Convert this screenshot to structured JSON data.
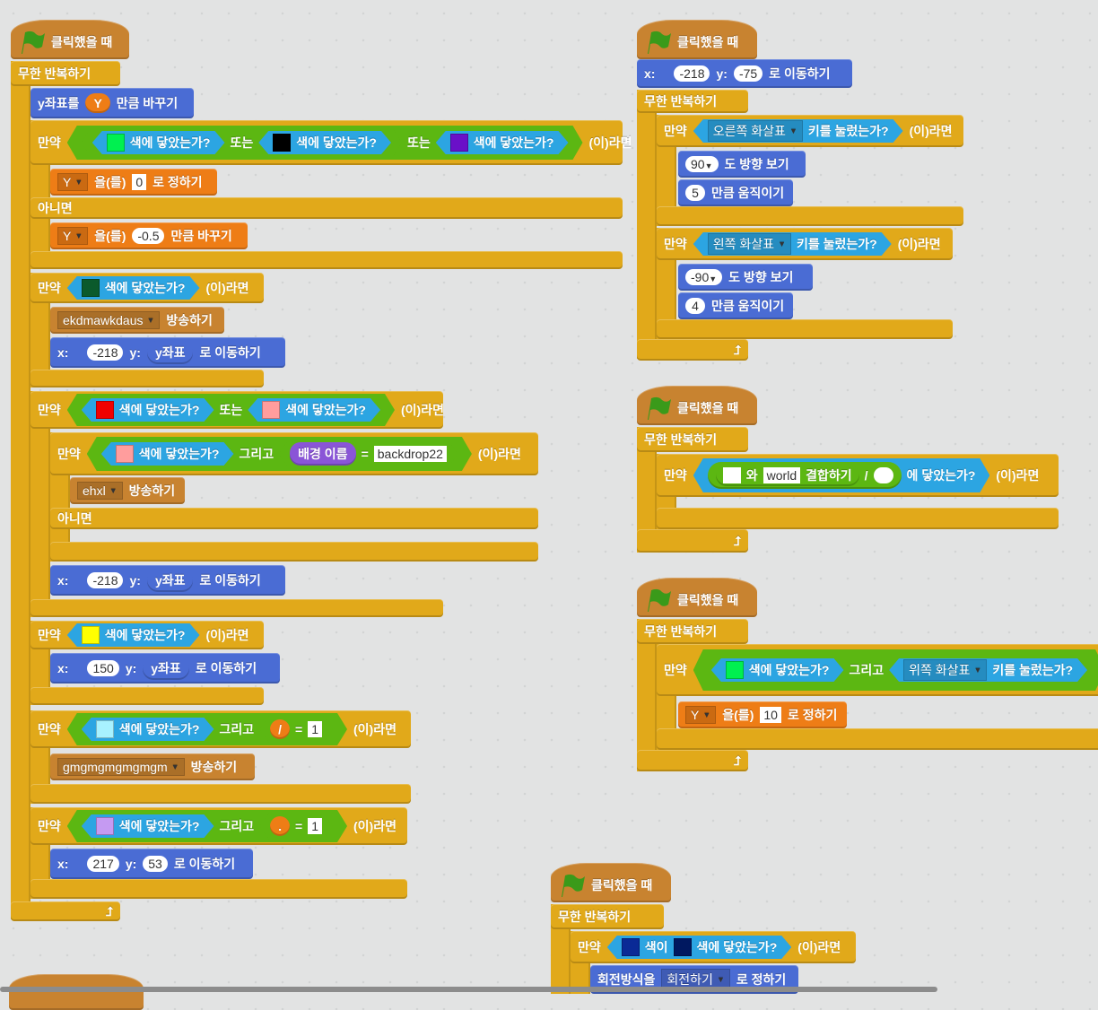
{
  "labels": {
    "when_clicked": "클릭했을 때",
    "forever": "무한 반복하기",
    "if": "만약",
    "then": "(이)라면",
    "else": "아니면",
    "or": "또는",
    "and": "그리고",
    "touching_color": "색에 닿았는가?",
    "set": "을(를)",
    "set_to": "로 정하기",
    "change_by": "만큼 바꾸기",
    "change_y_by": "y좌표를",
    "broadcast": "방송하기",
    "x": "x:",
    "y": "y:",
    "goto_suffix": "로 이동하기",
    "y_position": "y좌표",
    "backdrop_name": "배경 이름",
    "eq": "=",
    "point_dir": "도 방향 보기",
    "move": "만큼 움직이기",
    "key_pressed": "키를 눌렀는가?",
    "join_with": "와",
    "join": "결합하기",
    "slash": "/",
    "touching_suffix": "에 닿았는가?",
    "color_is": "색이",
    "rotation_style": "회전방식을"
  },
  "colors": {
    "green": "#00f050",
    "black": "#000000",
    "purple": "#6a10c8",
    "dark_green": "#0b5a2c",
    "red": "#f00000",
    "pink": "#ff9d9d",
    "yellow": "#ffff00",
    "light_cyan": "#a8f2ff",
    "lavender": "#c59af2",
    "navy": "#0a2a96",
    "dark_navy": "#001860",
    "white": "#ffffff"
  },
  "script1": {
    "var": "Y",
    "change_y_reporter": "Y",
    "set_value": "0",
    "change_value": "-0.5",
    "msg1": "ekdmawkdaus",
    "goto1_x": "-218",
    "backdrop": "backdrop22",
    "msg2": "ehxl",
    "goto2_x": "-218",
    "goto3_x": "150",
    "eq1": "1",
    "op1": "/",
    "msg3": "gmgmgmgmgmgm",
    "op2": ".",
    "eq2": "1",
    "goto4_x": "217",
    "goto4_y": "53"
  },
  "script2": {
    "goto_x": "-218",
    "goto_y": "-75",
    "key1": "오른쪽 화살표",
    "dir1": "90",
    "move1": "5",
    "key2": "왼쪽 화살표",
    "dir2": "-90",
    "move2": "4"
  },
  "script3": {
    "join_text": "world"
  },
  "script4": {
    "key": "위쪽 화살표",
    "var": "Y",
    "value": "10"
  },
  "script5": {
    "rotation": "회전하기"
  }
}
